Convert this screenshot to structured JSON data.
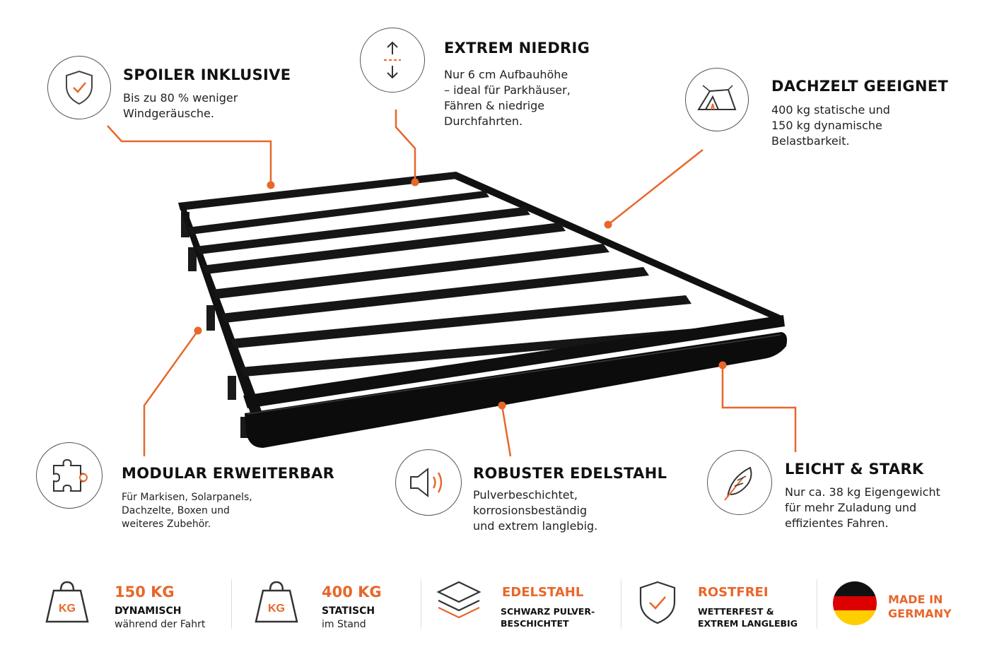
{
  "colors": {
    "accent": "#e8672b",
    "text": "#111111",
    "rack": "#121212",
    "circle_border": "#555555"
  },
  "features": {
    "spoiler": {
      "icon": "shield-check-icon",
      "title": "SPOILER INKLUSIVE",
      "lines": [
        "Bis zu 80 % weniger",
        "Windgeräusche."
      ]
    },
    "niedrig": {
      "icon": "height-arrows-icon",
      "title": "EXTREM NIEDRIG",
      "lines": [
        "Nur 6 cm Aufbauhöhe",
        "– ideal für Parkhäuser,",
        "Fähren & niedrige",
        "Durchfahrten."
      ]
    },
    "dachzelt": {
      "icon": "tent-icon",
      "title": "DACHZELT GEEIGNET",
      "lines": [
        "400 kg statische und",
        "150 kg dynamische",
        "Belastbarkeit."
      ]
    },
    "modular": {
      "icon": "puzzle-icon",
      "title": "MODULAR ERWEITERBAR",
      "lines": [
        "Für Markisen, Solarpanels,",
        "Dachzelte, Boxen und",
        "weiteres Zubehör."
      ]
    },
    "edelstahl": {
      "icon": "speaker-icon",
      "title": "ROBUSTER EDELSTAHL",
      "lines": [
        "Pulverbeschichtet,",
        "korrosionsbeständig",
        "und extrem langlebig."
      ]
    },
    "leicht": {
      "icon": "feather-icon",
      "title": "LEICHT & STARK",
      "lines": [
        "Nur ca. 38 kg Eigengewicht",
        "für mehr Zuladung und",
        "effizientes Fahren."
      ]
    }
  },
  "bottom": {
    "dyn": {
      "icon": "weight-kg-icon",
      "icon_text": "KG",
      "value": "150 KG",
      "label": "DYNAMISCH",
      "sub": "während der Fahrt"
    },
    "stat": {
      "icon": "weight-kg-icon",
      "icon_text": "KG",
      "value": "400 KG",
      "label": "STATISCH",
      "sub": "im Stand"
    },
    "steel": {
      "icon": "layers-icon",
      "value": "EDELSTAHL",
      "label1": "SCHWARZ PULVER-",
      "label2": "BESCHICHTET"
    },
    "rust": {
      "icon": "shield-check-icon",
      "value": "ROSTFREI",
      "label1": "WETTERFEST &",
      "label2": "EXTREM LANGLEBIG"
    },
    "germany": {
      "icon": "german-flag-icon",
      "line1": "MADE IN",
      "line2": "GERMANY"
    }
  }
}
